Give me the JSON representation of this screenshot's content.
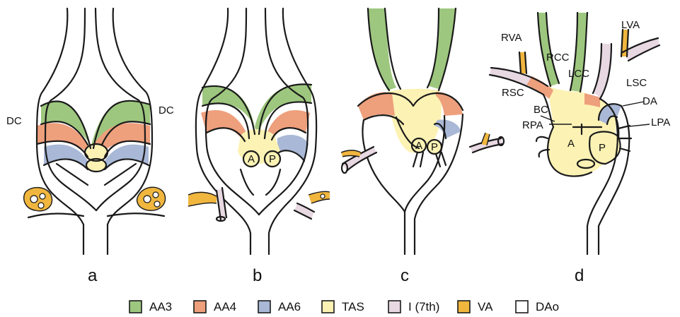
{
  "colors": {
    "AA3": "#9dc77e",
    "AA4": "#ee9f7c",
    "AA6": "#a9b8d6",
    "TAS": "#fcf2b4",
    "I7": "#e8d8e2",
    "VA": "#f0b63e",
    "DAo": "#ffffff",
    "ink": "#1a1a1a"
  },
  "panels": {
    "a": {
      "label": "a",
      "dc_left": "DC",
      "dc_right": "DC"
    },
    "b": {
      "label": "b",
      "A": "A",
      "P": "P"
    },
    "c": {
      "label": "c",
      "A": "A",
      "P": "P"
    },
    "d": {
      "label": "d",
      "RVA": "RVA",
      "LVA": "LVA",
      "RCC": "RCC",
      "LCC": "LCC",
      "RSC": "RSC",
      "LSC": "LSC",
      "DA": "DA",
      "BC": "BC",
      "RPA": "RPA",
      "LPA": "LPA",
      "A": "A",
      "P": "P"
    }
  },
  "legend": [
    {
      "key": "AA3",
      "label": "AA3",
      "color": "#9dc77e"
    },
    {
      "key": "AA4",
      "label": "AA4",
      "color": "#ee9f7c"
    },
    {
      "key": "AA6",
      "label": "AA6",
      "color": "#a9b8d6"
    },
    {
      "key": "TAS",
      "label": "TAS",
      "color": "#fcf2b4"
    },
    {
      "key": "I7",
      "label": "I (7th)",
      "color": "#e8d8e2"
    },
    {
      "key": "VA",
      "label": "VA",
      "color": "#f0b63e"
    },
    {
      "key": "DAo",
      "label": "DAo",
      "color": "#ffffff"
    }
  ]
}
